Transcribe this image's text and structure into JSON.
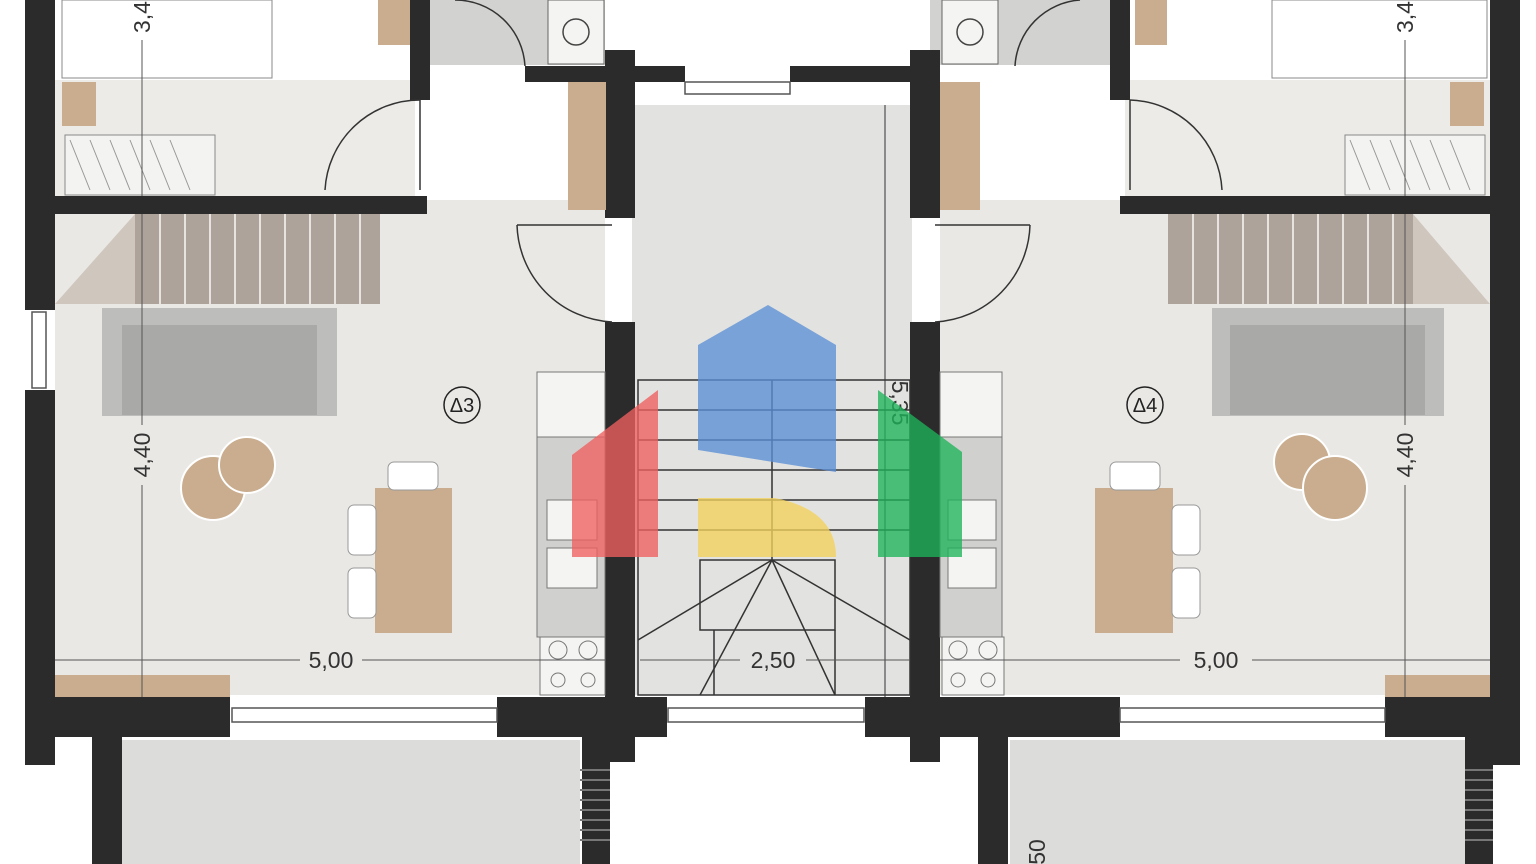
{
  "plan": {
    "units": [
      {
        "label": "Δ3",
        "width": "5,00",
        "depth": "4,40",
        "bedroom_depth": "3,4"
      },
      {
        "label": "Δ4",
        "width": "5,00",
        "depth": "4,40",
        "bedroom_depth": "3,4"
      }
    ],
    "stairwell": {
      "width": "2,50",
      "length": "5,35"
    },
    "balcony_depth_fragment": "50"
  },
  "colors": {
    "wall": "#2b2b2b",
    "floor": "#e9e8e4",
    "tile": "#d6d6d4",
    "wood": "#c9ad8e",
    "sofa": "#bdbdbb",
    "logo_blue": "#5b8fd6",
    "logo_red": "#f06060",
    "logo_green": "#1eb45a",
    "logo_yellow": "#f4d25c"
  },
  "icons": {
    "watermark": "house-logo-icon",
    "sink": "sink-icon",
    "hob": "cooktop-icon"
  }
}
